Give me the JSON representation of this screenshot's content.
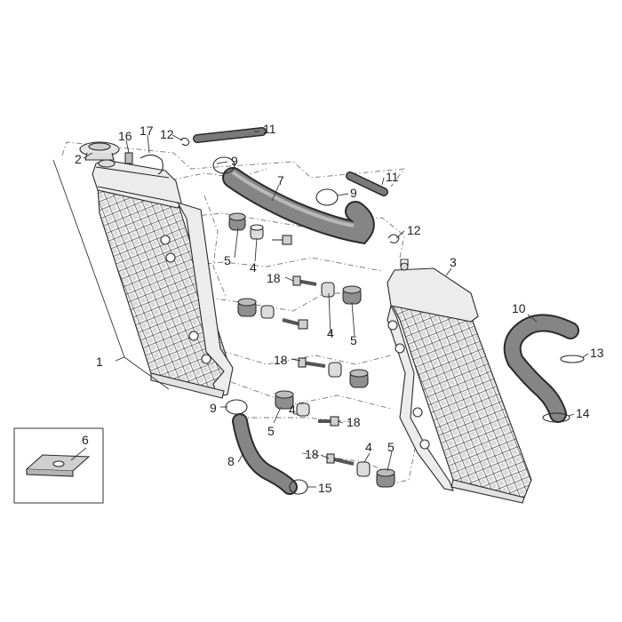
{
  "diagram": {
    "callouts": [
      {
        "id": "c1",
        "text": "1"
      },
      {
        "id": "c2",
        "text": "2"
      },
      {
        "id": "c3",
        "text": "3"
      },
      {
        "id": "c4a",
        "text": "4"
      },
      {
        "id": "c4b",
        "text": "4"
      },
      {
        "id": "c4c",
        "text": "4"
      },
      {
        "id": "c4d",
        "text": "4"
      },
      {
        "id": "c5a",
        "text": "5"
      },
      {
        "id": "c5b",
        "text": "5"
      },
      {
        "id": "c5c",
        "text": "5"
      },
      {
        "id": "c5d",
        "text": "5"
      },
      {
        "id": "c6",
        "text": "6"
      },
      {
        "id": "c7",
        "text": "7"
      },
      {
        "id": "c8",
        "text": "8"
      },
      {
        "id": "c9a",
        "text": "9"
      },
      {
        "id": "c9b",
        "text": "9"
      },
      {
        "id": "c9c",
        "text": "9"
      },
      {
        "id": "c10",
        "text": "10"
      },
      {
        "id": "c11a",
        "text": "11"
      },
      {
        "id": "c11b",
        "text": "11"
      },
      {
        "id": "c12a",
        "text": "12"
      },
      {
        "id": "c12b",
        "text": "12"
      },
      {
        "id": "c13",
        "text": "13"
      },
      {
        "id": "c14",
        "text": "14"
      },
      {
        "id": "c15",
        "text": "15"
      },
      {
        "id": "c16",
        "text": "16"
      },
      {
        "id": "c17",
        "text": "17"
      },
      {
        "id": "c18a",
        "text": "18"
      },
      {
        "id": "c18b",
        "text": "18"
      },
      {
        "id": "c18c",
        "text": "18"
      },
      {
        "id": "c18d",
        "text": "18"
      }
    ],
    "colors": {
      "line": "#2a2a2a",
      "hose": "#7a7a7a",
      "hose_dark": "#4a4a4a",
      "radiator_fill": "#e9e9e9",
      "grommet": "#9a9a9a"
    }
  }
}
